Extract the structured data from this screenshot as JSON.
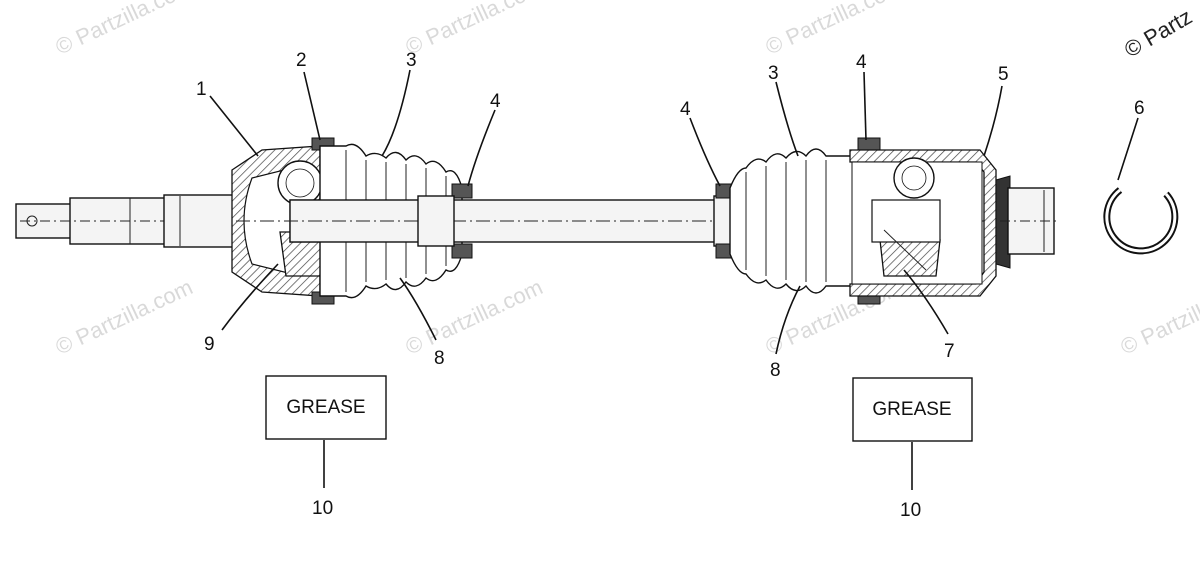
{
  "watermarks": [
    "© Partzilla.com",
    "© Partzilla.com",
    "© Partzilla.com",
    "© Partzilla.com",
    "© Partzilla.com",
    "© Partzilla.com",
    "© Partzilla.com",
    "© Partz"
  ],
  "callouts": {
    "c1": "1",
    "c2": "2",
    "c3a": "3",
    "c4a": "4",
    "c4b": "4",
    "c3b": "3",
    "c4c": "4",
    "c5": "5",
    "c6": "6",
    "c9": "9",
    "c8a": "8",
    "c8b": "8",
    "c7": "7",
    "c10a": "10",
    "c10b": "10"
  },
  "grease_boxes": {
    "left": "GREASE",
    "right": "GREASE"
  }
}
